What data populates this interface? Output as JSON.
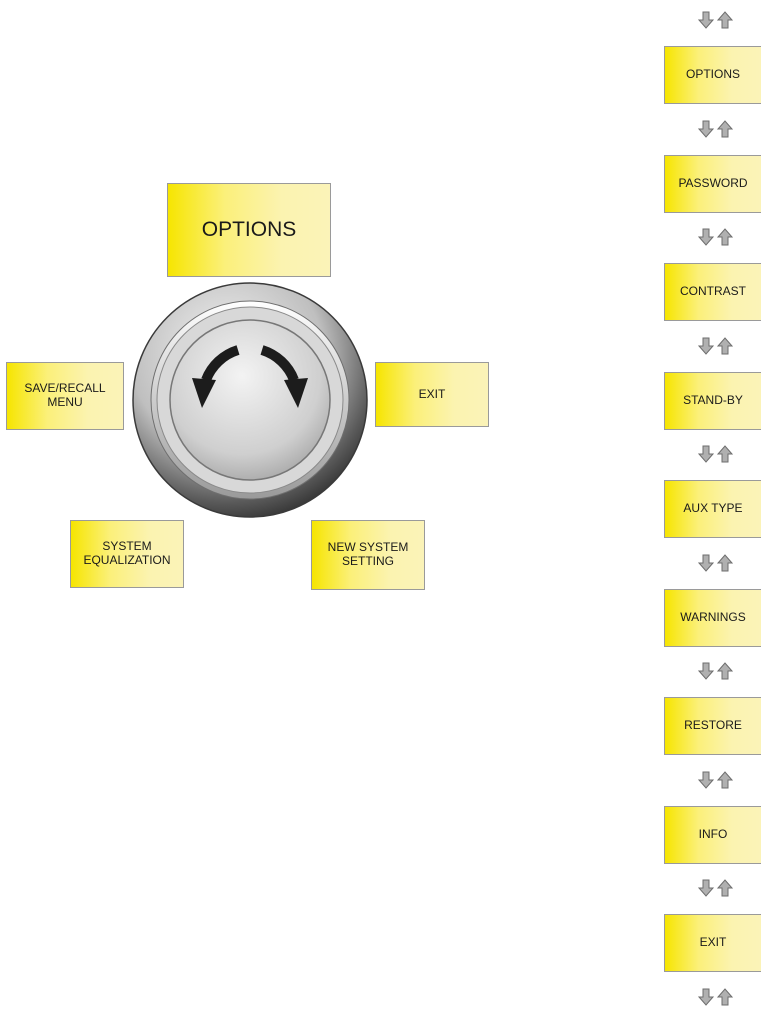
{
  "knob_diagram": {
    "title_box": "OPTIONS",
    "left_box": [
      "SAVE/RECALL",
      "MENU"
    ],
    "right_box": "EXIT",
    "bottom_left_box": [
      "SYSTEM",
      "EQUALIZATION"
    ],
    "bottom_right_box": [
      "NEW SYSTEM",
      "SETTING"
    ]
  },
  "menu_sequence": {
    "items": [
      "OPTIONS",
      "PASSWORD",
      "CONTRAST",
      "STAND-BY",
      "AUX TYPE",
      "WARNINGS",
      "RESTORE",
      "INFO",
      "EXIT"
    ],
    "nav_icons": [
      "arrow-down-icon",
      "arrow-up-icon"
    ]
  },
  "colors": {
    "box_fill_start": "#f6e500",
    "box_fill_end": "#fbf3b8",
    "arrow_gray": "#a4a4a4",
    "knob_arrow": "#1c1c1c"
  }
}
